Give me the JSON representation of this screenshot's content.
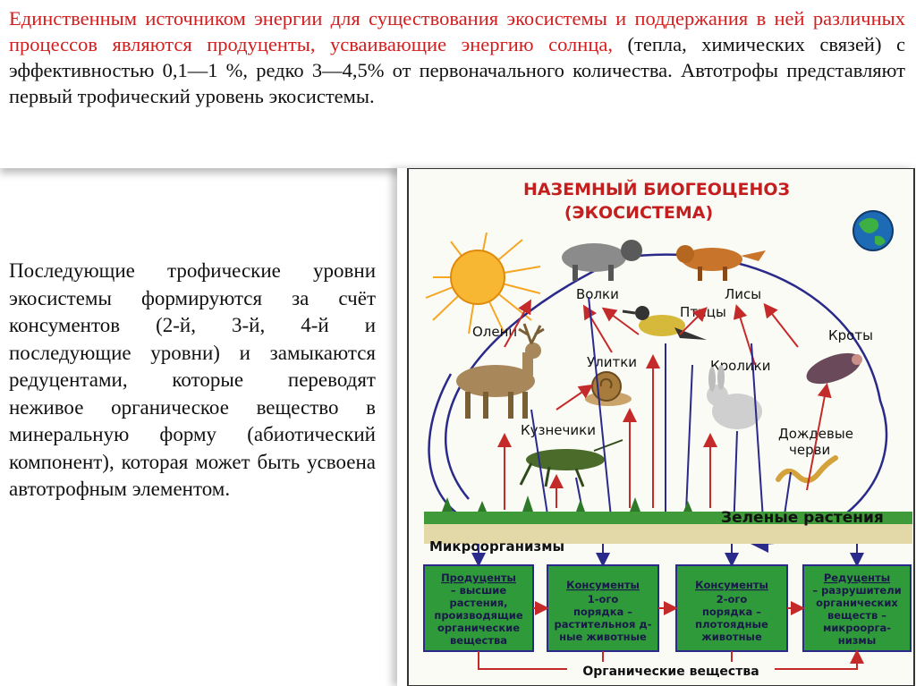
{
  "top": {
    "red_part": "Единственным источником энергии для существования экосистемы и поддержания в ней различных процессов являются продуценты, усваивающие энергию солнца,",
    "black_part": "(тепла, химических связей) с эффективностью 0,1—1 %, редко 3—4,5% от первоначального количества. Автотрофы представляют первый трофический уровень экосистемы."
  },
  "left": {
    "paragraph": "Последующие трофические уровни экосистемы формируются за счёт консументов (2-й, 3-й, 4-й и последующие уровни) и замыкаются редуцентами, которые переводят неживое органическое вещество в минеральную форму (абиотический компонент), которая может быть усвоена автотрофным элементом."
  },
  "diagram": {
    "title_line1": "НАЗЕМНЫЙ  БИОГЕОЦЕНОЗ",
    "title_line2": "(ЭКОСИСТЕМА)",
    "animals": {
      "wolves": "Волки",
      "foxes": "Лисы",
      "deer": "Олени",
      "birds": "Птицы",
      "moles": "Кроты",
      "snails": "Улитки",
      "rabbits": "Кролики",
      "grasshoppers": "Кузнечики",
      "earthworms_1": "Дождевые",
      "earthworms_2": "черви"
    },
    "green_plants": "Зеленые растения",
    "microorganisms": "Микроорганизмы",
    "organic_matter": "Органические  вещества",
    "boxes": [
      {
        "head": "Продуценты",
        "lines": [
          "– высшие",
          "растения,",
          "производящие",
          "органические",
          "вещества"
        ]
      },
      {
        "head": "Консументы",
        "lines": [
          "1-ого",
          "порядка –",
          "растительноя д-",
          "ные животные"
        ]
      },
      {
        "head": "Консументы",
        "lines": [
          "2-ого",
          "порядка –",
          "плотоядные",
          "животные"
        ]
      },
      {
        "head": "Редуценты",
        "lines": [
          "– разрушители",
          "органических",
          "веществ –",
          "микроорга-",
          "низмы"
        ]
      }
    ],
    "colors": {
      "title": "#c41e1e",
      "arrow_blue": "#2a2a8a",
      "arrow_red": "#c42a2a",
      "box_fill": "#2f9a3a",
      "box_border": "#2a2a8a",
      "sun": "#f5a623"
    }
  }
}
